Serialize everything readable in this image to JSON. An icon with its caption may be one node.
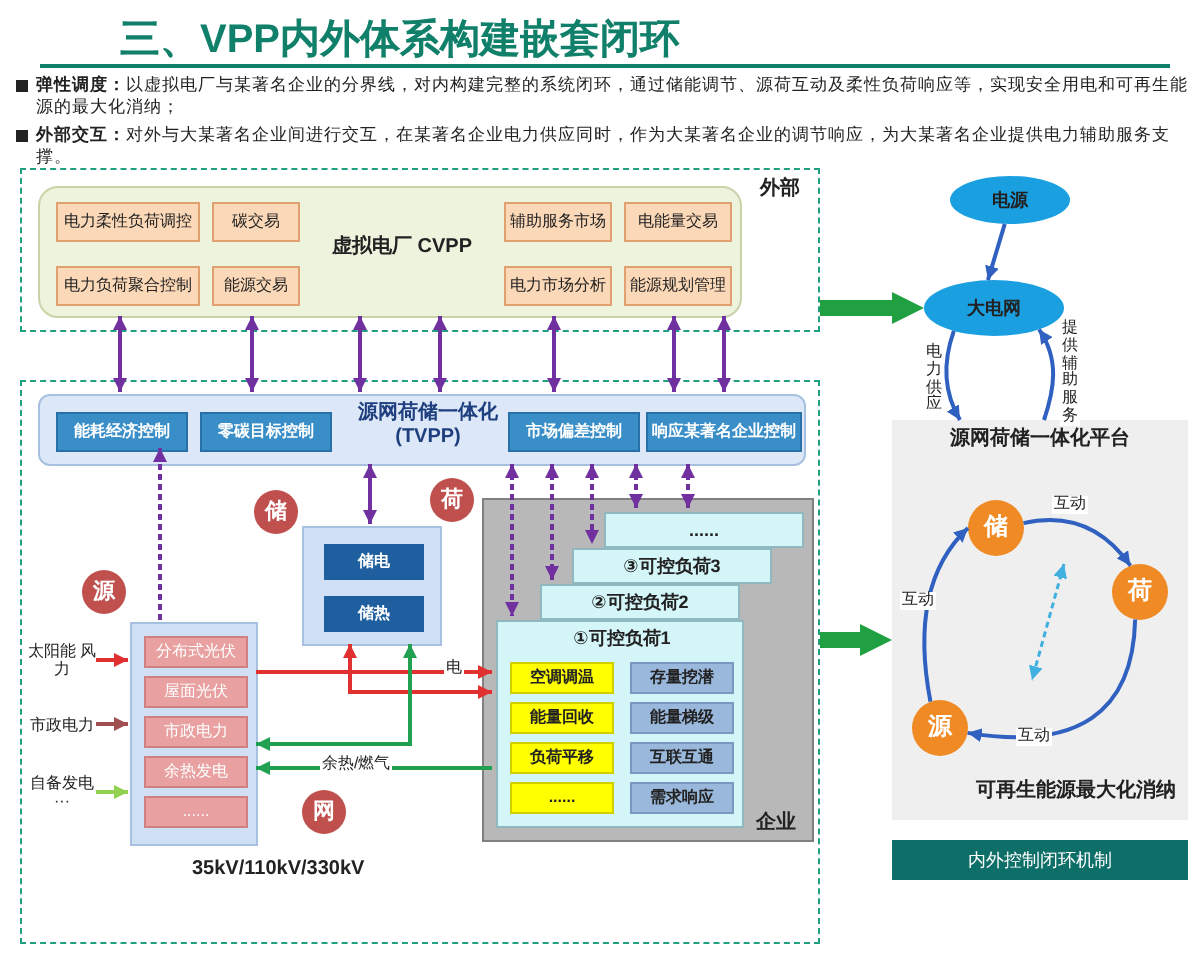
{
  "diagram": {
    "title": "三、VPP内外体系构建嵌套闭环",
    "nodes": [
      {
        "text": [
          "外部"
        ]
      },
      {
        "text": [
          "虚拟电厂 CVPP"
        ],
        "in": 0
      },
      {
        "text": [
          "电力柔性负荷调控"
        ],
        "in": 1
      },
      {
        "text": [
          "碳交易"
        ],
        "in": 1
      },
      {
        "text": [
          "电力负荷聚合控制"
        ],
        "in": 1
      },
      {
        "text": [
          "能源交易"
        ],
        "in": 1
      },
      {
        "text": [
          "辅助服务市场"
        ],
        "in": 1
      },
      {
        "text": [
          "电能量交易"
        ],
        "in": 1
      },
      {
        "text": [
          "电力市场分析"
        ],
        "in": 1
      },
      {
        "text": [
          "能源规划管理"
        ],
        "in": 1
      },
      {
        "text": [],
        "shape": "box"
      },
      {
        "text": [
          "源网荷储一体化 (TVPP)"
        ],
        "in": 10
      },
      {
        "text": [
          "能耗经济控制"
        ],
        "in": 11
      },
      {
        "text": [
          "零碳目标控制"
        ],
        "in": 11
      },
      {
        "text": [
          "市场偏差控制"
        ],
        "in": 11
      },
      {
        "text": [
          "响应某著名企业控制"
        ],
        "in": 11
      },
      {
        "text": [
          "源"
        ],
        "in": 10
      },
      {
        "text": [],
        "shape": "box",
        "in": 10
      },
      {
        "text": [
          "分布式光伏"
        ],
        "in": 17
      },
      {
        "text": [
          "屋面光伏"
        ],
        "in": 17
      },
      {
        "text": [
          "市政电力"
        ],
        "in": 17
      },
      {
        "text": [
          "余热发电"
        ],
        "in": 17
      },
      {
        "text": [
          "......"
        ],
        "in": 17
      },
      {
        "text": [
          "储"
        ],
        "in": 10
      },
      {
        "text": [],
        "shape": "box",
        "in": 10
      },
      {
        "text": [
          "储电"
        ],
        "in": 24
      },
      {
        "text": [
          "储热"
        ],
        "in": 24
      },
      {
        "text": [
          "荷"
        ],
        "in": 10
      },
      {
        "text": [
          "企业"
        ],
        "in": 10
      },
      {
        "text": [
          "......"
        ],
        "in": 28
      },
      {
        "text": [
          "③可控负荷3"
        ],
        "in": 28
      },
      {
        "text": [
          "②可控负荷2"
        ],
        "in": 28
      },
      {
        "text": [
          "①可控负荷1"
        ],
        "in": 28
      },
      {
        "text": [
          "空调调温"
        ],
        "in": 32
      },
      {
        "text": [
          "能量回收"
        ],
        "in": 32
      },
      {
        "text": [
          "负荷平移"
        ],
        "in": 32
      },
      {
        "text": [
          "......"
        ],
        "in": 32
      },
      {
        "text": [
          "存量挖潜"
        ],
        "in": 32
      },
      {
        "text": [
          "能量梯级"
        ],
        "in": 32
      },
      {
        "text": [
          "互联互通"
        ],
        "in": 32
      },
      {
        "text": [
          "需求响应"
        ],
        "in": 32
      },
      {
        "text": [
          "网"
        ],
        "in": 10
      },
      {
        "text": [
          "太阳能 风力"
        ],
        "in": 10
      },
      {
        "text": [
          "市政电力"
        ],
        "in": 10
      },
      {
        "text": [
          "自备发电 ···"
        ],
        "in": 10
      },
      {
        "text": [
          "电源"
        ]
      },
      {
        "text": [
          "大电网"
        ]
      },
      {
        "text": [
          "源网荷储一体化平台",
          "可再生能源最大化消纳"
        ]
      },
      {
        "text": [
          "储"
        ],
        "in": 47
      },
      {
        "text": [
          "荷"
        ],
        "in": 47
      },
      {
        "text": [
          "源"
        ],
        "in": 47
      },
      {
        "text": [
          "内外控制闭环机制"
        ]
      }
    ],
    "edges": [
      {
        "from": 1,
        "to": 11,
        "arrow": "both",
        "color": "#7030a0"
      },
      {
        "from": 1,
        "to": 11,
        "arrow": "both",
        "color": "#7030a0"
      },
      {
        "from": 1,
        "to": 11,
        "arrow": "both",
        "color": "#7030a0"
      },
      {
        "from": 1,
        "to": 11,
        "arrow": "both",
        "color": "#7030a0"
      },
      {
        "from": 1,
        "to": 11,
        "arrow": "both",
        "color": "#7030a0"
      },
      {
        "from": 1,
        "to": 11,
        "arrow": "both",
        "color": "#7030a0"
      },
      {
        "from": 1,
        "to": 11,
        "arrow": "both",
        "color": "#7030a0"
      },
      {
        "from": 17,
        "to": 12,
        "arrow": "to",
        "style": "dashed",
        "color": "#7030a0"
      },
      {
        "from": 11,
        "to": 24,
        "arrow": "both",
        "color": "#7030a0"
      },
      {
        "from": 11,
        "to": 32,
        "arrow": "both",
        "style": "dashed",
        "color": "#7030a0"
      },
      {
        "from": 11,
        "to": 31,
        "arrow": "both",
        "style": "dashed",
        "color": "#7030a0"
      },
      {
        "from": 11,
        "to": 30,
        "arrow": "both",
        "style": "dashed",
        "color": "#7030a0"
      },
      {
        "from": 11,
        "to": 29,
        "arrow": "both",
        "style": "dashed",
        "color": "#7030a0"
      },
      {
        "from": 11,
        "to": 29,
        "arrow": "both",
        "style": "dashed",
        "color": "#7030a0"
      },
      {
        "from": 42,
        "to": 17,
        "arrow": "to",
        "color": "#e03030"
      },
      {
        "from": 43,
        "to": 17,
        "arrow": "to",
        "color": "#a05050"
      },
      {
        "from": 44,
        "to": 17,
        "arrow": "to",
        "color": "#92d050"
      },
      {
        "from": 17,
        "to": 32,
        "arrow": "to",
        "label": "电",
        "color": "#e03030"
      },
      {
        "from": 24,
        "to": 32,
        "arrow": "both",
        "color": "#e03030"
      },
      {
        "from": 32,
        "to": 17,
        "arrow": "to",
        "label": "余热/燃气",
        "color": "#20a050"
      },
      {
        "from": 24,
        "to": 17,
        "arrow": "both",
        "color": "#20a050"
      },
      {
        "from": 0,
        "to": 46,
        "arrow": "to",
        "style": "thick",
        "color": "#20a040"
      },
      {
        "from": 10,
        "to": 47,
        "arrow": "to",
        "style": "thick",
        "color": "#20a040"
      },
      {
        "from": 45,
        "to": 46,
        "arrow": "to",
        "color": "#3060c0"
      },
      {
        "from": 46,
        "to": 47,
        "arrow": "to",
        "label": "电力供应",
        "color": "#3060c0"
      },
      {
        "from": 47,
        "to": 46,
        "arrow": "to",
        "label": "提供辅助服务",
        "color": "#3060c0"
      },
      {
        "from": 50,
        "to": 48,
        "arrow": "to",
        "label": "互动",
        "color": "#3060c0"
      },
      {
        "from": 48,
        "to": 49,
        "arrow": "to",
        "label": "互动",
        "color": "#3060c0"
      },
      {
        "from": 49,
        "to": 50,
        "arrow": "to",
        "label": "互动",
        "color": "#3060c0"
      }
    ],
    "labels": [
      "**弹性调度：**以虚拟电厂与某著名企业的分界线，对内构建完整的系统闭环，通过储能调节、源荷互动及柔性负荷响应等，实现安全用电和可再生能源的最大化消纳；",
      "**外部交互：**对外与大某著名企业间进行交互，在某著名企业电力供应同时，作为大某著名企业的调节响应，为大某著名企业提供电力辅助服务支撑。",
      "35kV/110kV/330kV"
    ]
  }
}
